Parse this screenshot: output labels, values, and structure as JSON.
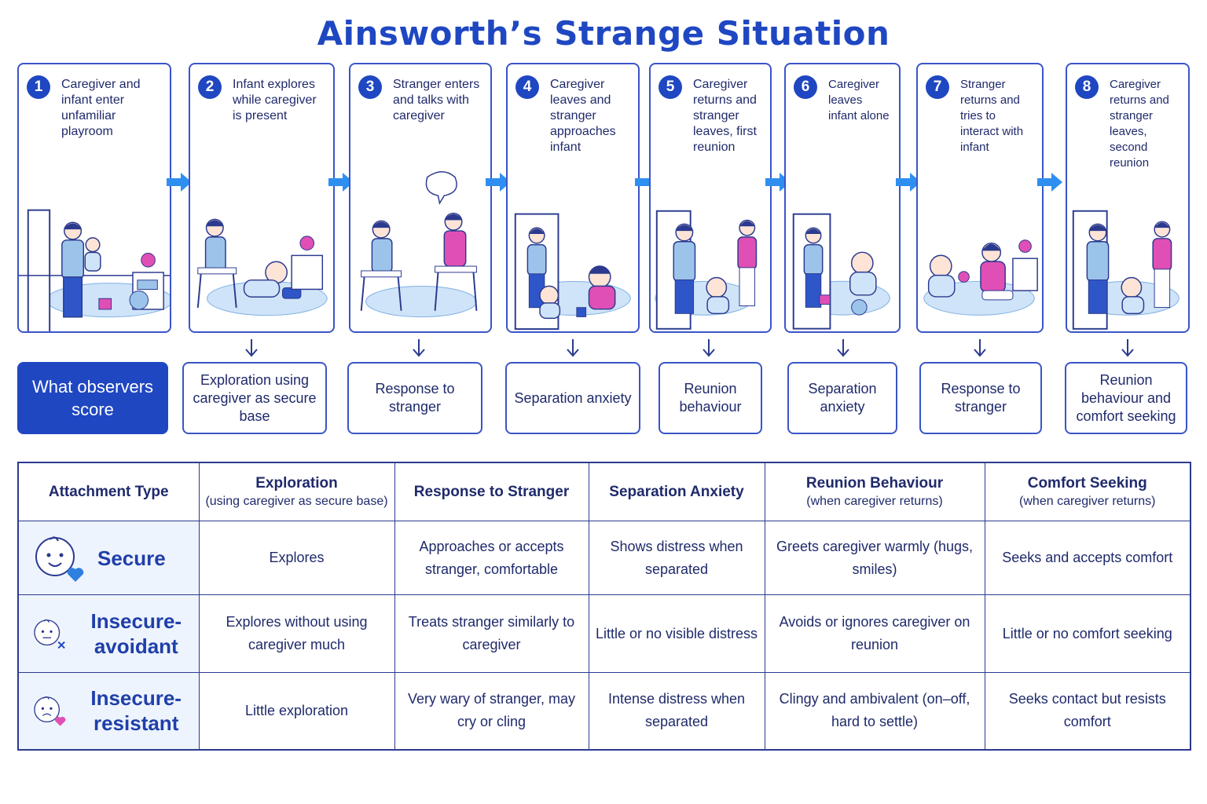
{
  "title": "Ainsworth’s Strange Situation",
  "steps": [
    {
      "number": "1",
      "text": "Caregiver and infant enter unfamiliar playroom"
    },
    {
      "number": "2",
      "text": "Infant explores while caregiver is present"
    },
    {
      "number": "3",
      "text": "Stranger enters and talks with caregiver"
    },
    {
      "number": "4",
      "text": "Caregiver leaves and stranger approaches infant"
    },
    {
      "number": "5",
      "text": "Caregiver returns and stranger leaves, first reunion"
    },
    {
      "number": "6",
      "text": "Caregiver leaves infant alone"
    },
    {
      "number": "7",
      "text": "Stranger returns and tries to interact with infant"
    },
    {
      "number": "8",
      "text": "Caregiver returns and stranger leaves, second reunion"
    }
  ],
  "scores_label": "What observers score",
  "scores": [
    "Exploration using caregiver as secure base",
    "Response to stranger",
    "Separation anxiety",
    "Reunion behaviour",
    "Separation anxiety",
    "Response to stranger",
    "Reunion behaviour and comfort seeking"
  ],
  "table": {
    "headers": [
      {
        "main": "Attachment Type",
        "sub": ""
      },
      {
        "main": "Exploration",
        "sub": "(using caregiver as secure base)"
      },
      {
        "main": "Response to Stranger",
        "sub": ""
      },
      {
        "main": "Separation Anxiety",
        "sub": ""
      },
      {
        "main": "Reunion Behaviour",
        "sub": "(when caregiver returns)"
      },
      {
        "main": "Comfort Seeking",
        "sub": "(when caregiver returns)"
      }
    ],
    "rows": [
      {
        "type": "Secure",
        "icon": "happy-baby-heart-icon",
        "cells": [
          "Explores",
          "Approaches or accepts stranger, comfortable",
          "Shows distress when separated",
          "Greets caregiver warmly (hugs, smiles)",
          "Seeks and accepts comfort"
        ]
      },
      {
        "type": "Insecure-avoidant",
        "icon": "neutral-baby-x-icon",
        "cells": [
          "Explores without using caregiver much",
          "Treats stranger similarly to caregiver",
          "Little or no visible distress",
          "Avoids or ignores caregiver on reunion",
          "Little or no comfort seeking"
        ]
      },
      {
        "type": "Insecure-resistant",
        "icon": "sad-baby-heart-icon",
        "cells": [
          "Little exploration",
          "Very wary of stranger, may cry or cling",
          "Intense distress when separated",
          "Clingy and ambivalent (on–off, hard to settle)",
          "Seeks contact but resists comfort"
        ]
      }
    ]
  },
  "colors": {
    "accent": "#1f47c2",
    "border": "#3a55c8",
    "text": "#1f2a6b",
    "arrow": "#2f8ff0",
    "caregiver": "#9cc4ea",
    "stranger": "#e04fb5",
    "rug": "#cfe4f8",
    "heart": "#2f7fe0",
    "pink_heart": "#e04fb5"
  }
}
